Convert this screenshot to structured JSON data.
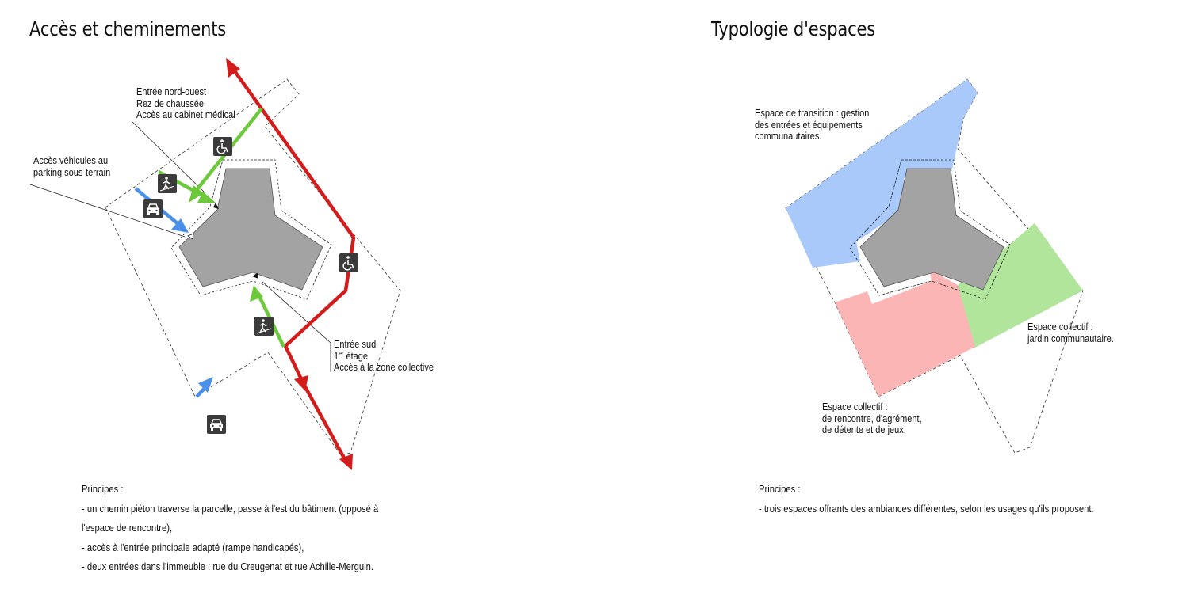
{
  "left_panel": {
    "title": "Accès et cheminements",
    "labels": {
      "entree_nord_ouest": [
        "Entrée nord-ouest",
        "Rez de chaussée",
        "Accès au cabinet médical"
      ],
      "acces_vehicules": [
        "Accès véhicules au",
        "parking sous-terrain"
      ],
      "entree_sud_line1": "Entrée sud",
      "entree_sud_floor_num": "1",
      "entree_sud_floor_sup": "er",
      "entree_sud_floor_word": " étage",
      "entree_sud_line3": "Accès à la zone collective"
    },
    "principles": {
      "heading": "Principes :",
      "lines": [
        "- un chemin piéton traverse la parcelle, passe à l'est du bâtiment (opposé à",
        "l'espace de rencontre),",
        "- accès à l'entrée principale adapté (rampe handicapés),",
        "- deux entrées dans l'immeuble : rue du Creugenat et rue Achille-Merguin."
      ]
    },
    "icons": [
      "wheelchair-icon",
      "pedestrian-icon",
      "car-icon"
    ]
  },
  "right_panel": {
    "title": "Typologie d'espaces",
    "zones": [
      {
        "name": "transition",
        "color": "#a9c9fb",
        "lines": [
          "Espace de transition : gestion",
          "des entrées et équipements",
          "communautaires."
        ]
      },
      {
        "name": "jardin",
        "color": "#b1e59b",
        "lines": [
          "Espace collectif :",
          "jardin communautaire."
        ]
      },
      {
        "name": "rencontre",
        "color": "#fbb5b5",
        "lines": [
          "Espace collectif :",
          "de rencontre, d'agrément,",
          "de détente et de jeux."
        ]
      }
    ],
    "principles": {
      "heading": "Principes :",
      "lines": [
        "- trois espaces offrants des ambiances différentes, selon les usages qu'ils proposent."
      ]
    }
  },
  "colors": {
    "pedestrian_path": "#d31d1d",
    "entrance_access": "#6dc93b",
    "vehicle_access": "#4a90e8",
    "building": "#a3a3a3",
    "icon_bg": "#3b3b3b"
  }
}
